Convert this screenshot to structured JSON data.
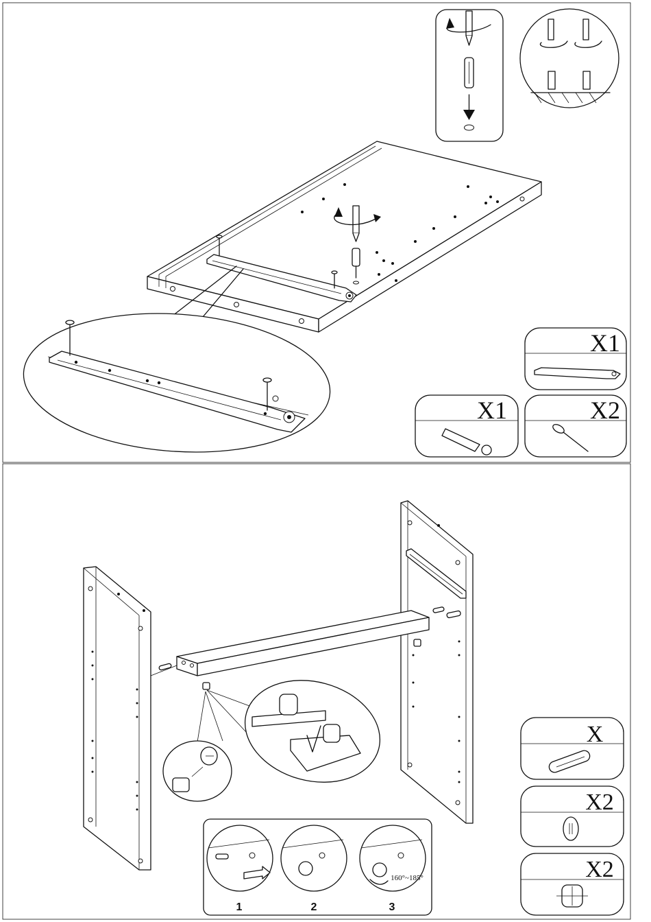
{
  "top_panel": {
    "parts": [
      {
        "id": "drawer-slide",
        "quantity_label": "X1"
      },
      {
        "id": "euro-screw",
        "quantity_label": "X1"
      },
      {
        "id": "wood-screw",
        "quantity_label": "X2"
      }
    ]
  },
  "bottom_panel": {
    "parts": [
      {
        "id": "wood-dowel",
        "quantity_label": "X"
      },
      {
        "id": "cam-cover",
        "quantity_label": "X2"
      },
      {
        "id": "cam-lock",
        "quantity_label": "X2"
      }
    ],
    "cam_steps": [
      {
        "number": "1"
      },
      {
        "number": "2"
      },
      {
        "number": "3",
        "angle_label": "160°~185°"
      }
    ]
  }
}
